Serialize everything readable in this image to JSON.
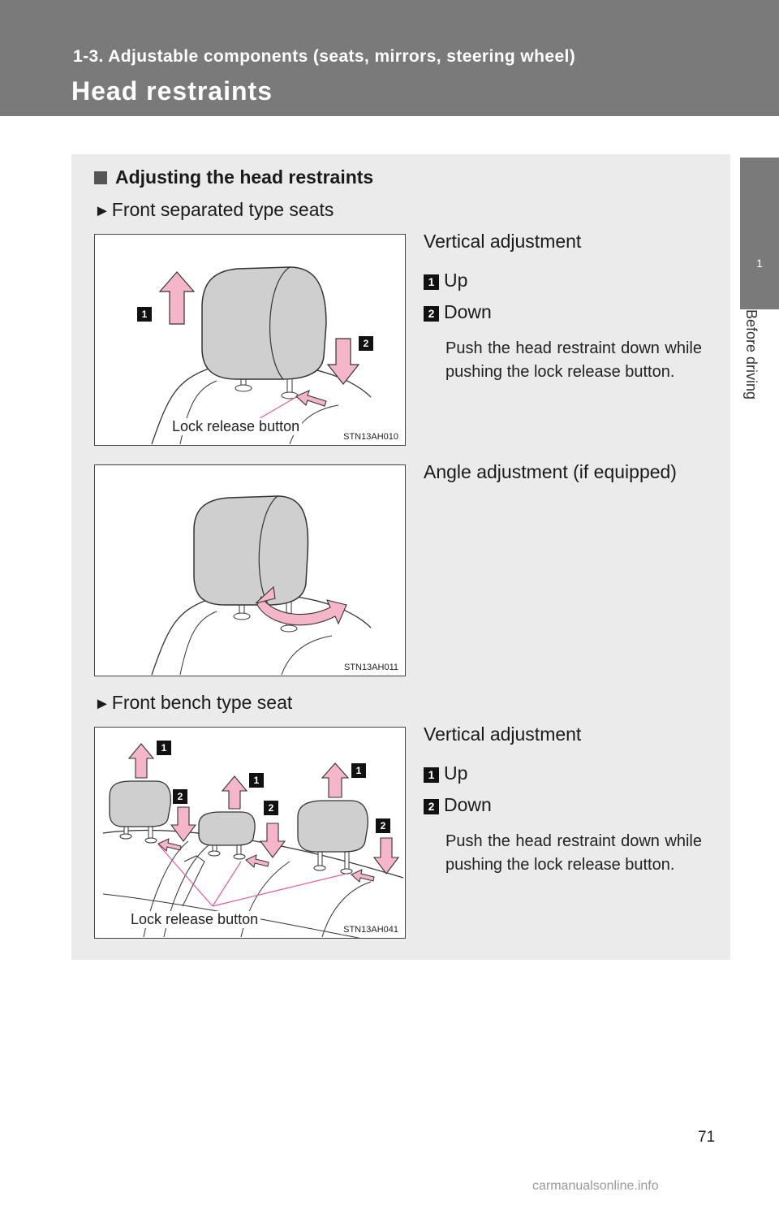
{
  "header": {
    "section": "1-3. Adjustable components (seats, mirrors, steering wheel)",
    "title": "Head restraints"
  },
  "side_tab": {
    "number": "1",
    "label": "Before driving"
  },
  "content": {
    "heading": "Adjusting the head restraints",
    "separated": {
      "label": "Front separated type seats",
      "vertical": {
        "title": "Vertical adjustment",
        "item1": "Up",
        "item2": "Down",
        "note": "Push the head restraint down while pushing the lock release button.",
        "figure": {
          "code": "STN13AH010",
          "callout": "Lock release button",
          "badge1": "1",
          "badge2": "2"
        }
      },
      "angle": {
        "title": "Angle adjustment (if equipped)",
        "figure": {
          "code": "STN13AH011"
        }
      }
    },
    "bench": {
      "label": "Front bench type seat",
      "vertical": {
        "title": "Vertical adjustment",
        "item1": "Up",
        "item2": "Down",
        "note": "Push the head restraint down while pushing the lock release button.",
        "figure": {
          "code": "STN13AH041",
          "callout": "Lock release button",
          "badge1": "1",
          "badge2": "2"
        }
      }
    }
  },
  "page_number": "71",
  "watermark": "carmanualsonline.info"
}
